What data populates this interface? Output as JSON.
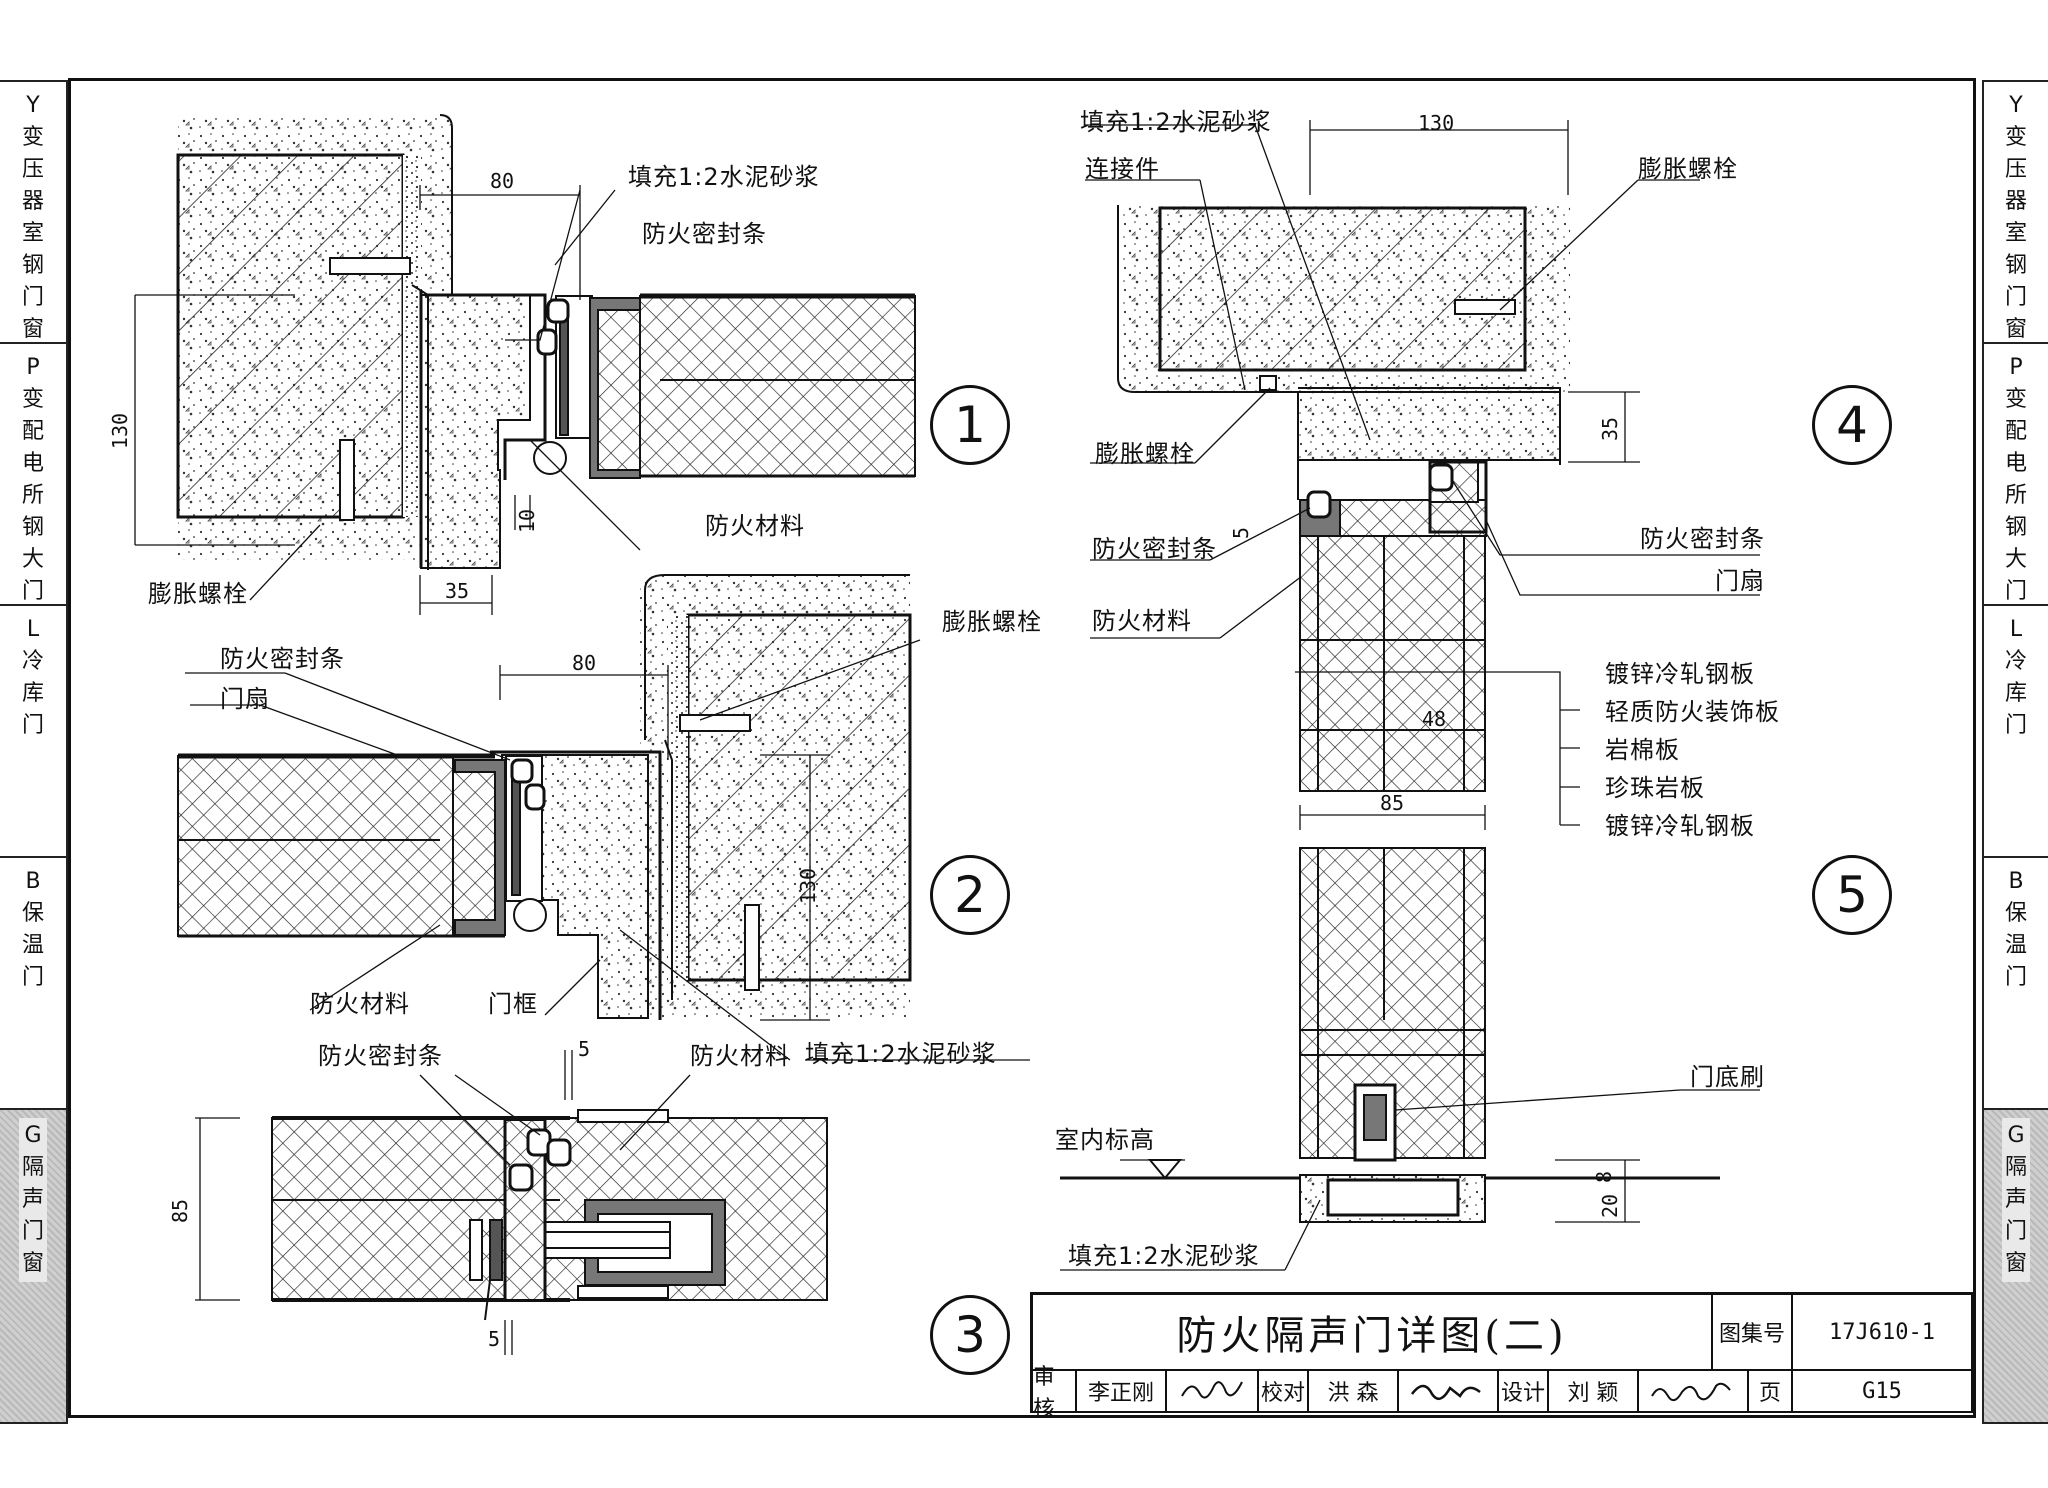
{
  "side_tabs_left": [
    {
      "text": "Y变压器室钢门窗",
      "active": false
    },
    {
      "text": "P变配电所钢大门",
      "active": false
    },
    {
      "text": "L冷库门",
      "active": false
    },
    {
      "text": "B保温门",
      "active": false
    },
    {
      "text": "G隔声门窗",
      "active": true
    }
  ],
  "side_tabs_right": [
    {
      "text": "Y变压器室钢门窗",
      "active": false
    },
    {
      "text": "P变配电所钢大门",
      "active": false
    },
    {
      "text": "L冷库门",
      "active": false
    },
    {
      "text": "B保温门",
      "active": false
    },
    {
      "text": "G隔声门窗",
      "active": true
    }
  ],
  "detail1": {
    "callout": "1",
    "labels": {
      "fill": "填充1:2水泥砂浆",
      "seal": "防火密封条",
      "material": "防火材料",
      "bolt": "膨胀螺栓"
    },
    "dims": {
      "d80": "80",
      "d130": "130",
      "d10": "10",
      "d35": "35"
    }
  },
  "detail2": {
    "callout": "2",
    "labels": {
      "seal": "防火密封条",
      "leaf": "门扇",
      "bolt": "膨胀螺栓",
      "material": "防火材料",
      "frame": "门框",
      "fill": "填充1:2水泥砂浆"
    },
    "dims": {
      "d80": "80",
      "d130": "130"
    }
  },
  "detail3": {
    "callout": "3",
    "labels": {
      "seal": "防火密封条",
      "material": "防火材料"
    },
    "dims": {
      "d5a": "5",
      "d85": "85",
      "d5b": "5"
    }
  },
  "detail4": {
    "callout": "4",
    "labels": {
      "fill": "填充1:2水泥砂浆",
      "connector": "连接件",
      "bolt_right": "膨胀螺栓",
      "bolt_left": "膨胀螺栓",
      "seal_left": "防火密封条",
      "seal_right": "防火密封条",
      "leaf": "门扇",
      "material": "防火材料"
    },
    "dims": {
      "d130": "130",
      "d35": "35",
      "d5": "5"
    }
  },
  "detail5": {
    "callout": "5",
    "layers": [
      "镀锌冷轧钢板",
      "轻质防火装饰板",
      "岩棉板",
      "珍珠岩板",
      "镀锌冷轧钢板"
    ],
    "labels": {
      "brush": "门底刷",
      "floor": "室内标高",
      "fill": "填充1:2水泥砂浆"
    },
    "dims": {
      "d48": "48",
      "d85": "85",
      "d20": "20",
      "d8": "8"
    }
  },
  "title_block": {
    "title": "防火隔声门详图(二)",
    "atlas_label": "图集号",
    "atlas_no": "17J610-1",
    "review_label": "审核",
    "reviewer": "李正刚",
    "check_label": "校对",
    "checker": "洪 森",
    "design_label": "设计",
    "designer": "刘 颖",
    "page_label": "页",
    "page_no": "G15"
  }
}
